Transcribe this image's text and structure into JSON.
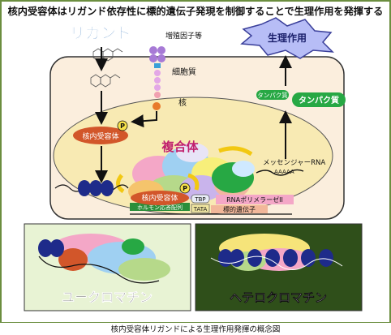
{
  "title": "核内受容体はリガンド依存性に標的遺伝子発現を制御することで生理作用を発揮する",
  "caption": "核内受容体リガンドによる生理作用発揮の概念図",
  "labels": {
    "ligand": "リガンド",
    "growth_factor": "増殖因子等",
    "cytoplasm": "細胞質",
    "nucleus": "核",
    "nuclear_receptor_top": "核内受容体",
    "complex": "複合体",
    "nuclear_receptor_promoter": "核内受容体",
    "hormone_response": "ホルモン応答配列",
    "tbp": "TBP",
    "tata": "TATA",
    "rna_polymerase": "RNAポリメラーゼII",
    "target_gene": "標的遺伝子",
    "mrna": "メッセンジャーRNA",
    "polya": "AAAAA",
    "protein_small": "タンパク質",
    "protein_large": "タンパク質",
    "physiological_effect": "生理作用",
    "phospho_1": "P",
    "phospho_2": "P",
    "euchromatin": "ユークロマチン",
    "heterochromatin": "ヘテロクロマチン"
  },
  "colors": {
    "outer_border": "#6b8e3f",
    "cell_fill": "#fbeedd",
    "nucleus_fill": "#f8eab3",
    "receptor": "#d2562a",
    "arrow": "#111111",
    "ligand_label": "#2b6fb8",
    "complex_label": "#c0206e",
    "euchromatin_panel": "#e8f3d4",
    "heterochromatin_panel": "#2f4f1a",
    "protein_green": "#27a844",
    "burst_fill": "#b7bdf6"
  }
}
